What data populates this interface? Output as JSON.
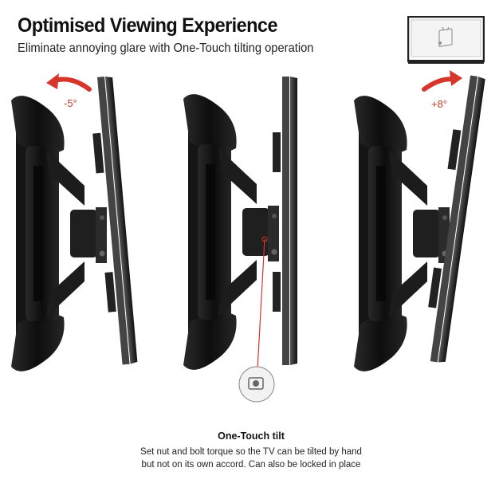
{
  "header": {
    "title": "Optimised Viewing Experience",
    "subtitle": "Eliminate annoying glare with One-Touch tilting operation"
  },
  "tilt": {
    "left_label": "-5°",
    "right_label": "+8°",
    "arrow_color": "#d7352b"
  },
  "thumbnail": {
    "icon": "tv-tilt-thumbnail-icon"
  },
  "caption": {
    "title": "One-Touch tilt",
    "line1": "Set nut and bolt torque so the TV  can be tilted by hand",
    "line2": "but not on its own accord. Can also be locked in place"
  },
  "colors": {
    "bracket": "#1a1a1a",
    "tv_frame": "#3a3a3a",
    "callout_line": "#d7352b"
  }
}
